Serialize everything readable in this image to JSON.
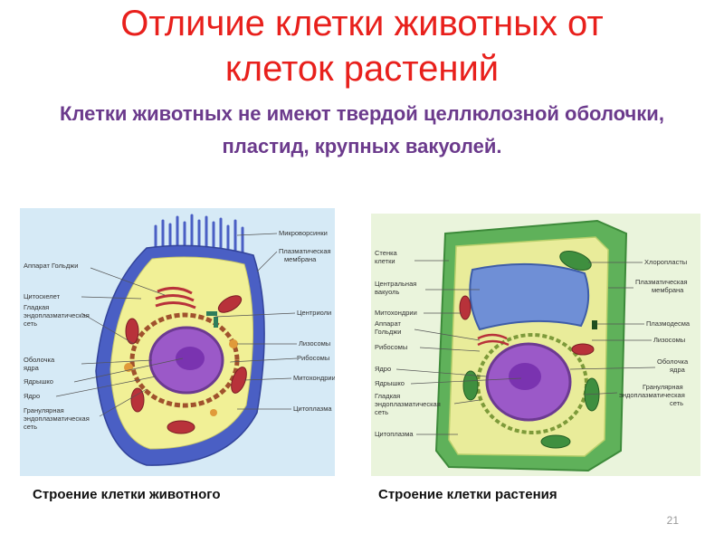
{
  "title_line1": "Отличие клетки животных от",
  "title_line2": "клеток  растений",
  "subtitle": "Клетки животных не имеют твердой целлюлозной оболочки, пластид, крупных вакуолей.",
  "animal": {
    "caption": "Строение клетки животного",
    "labels_left": [
      "Аппарат Гольджи",
      "Цитоскелет",
      "Гладкая",
      "эндоплазматическая",
      "сеть",
      "Оболочка",
      "ядра",
      "Ядрышко",
      "Ядро",
      "Гранулярная",
      "эндоплазматическая",
      "сеть"
    ],
    "labels_right": [
      "Микроворсинки",
      "Плазматическая",
      "мембрана",
      "Центриоли",
      "Лизосомы",
      "Рибосомы",
      "Митохондрии",
      "Цитоплазма"
    ]
  },
  "plant": {
    "caption": "Строение клетки растения",
    "labels_left": [
      "Стенка",
      "клетки",
      "Центральная",
      "вакуоль",
      "Митохондрии",
      "Аппарат",
      "Гольджи",
      "Рибосомы",
      "Ядро",
      "Ядрышко",
      "Гладкая",
      "эндоплазматическая",
      "сеть",
      "Цитоплазма"
    ],
    "labels_right": [
      "Хлоропласты",
      "Плазматическая",
      "мембрана",
      "Плазмодесма",
      "Лизосомы",
      "Оболочка",
      "ядра",
      "Гранулярная",
      "эндоплазматическая",
      "сеть"
    ]
  },
  "page_number": "21",
  "colors": {
    "title": "#e8201c",
    "subtitle": "#6b3a8c",
    "animal_membrane": "#4a5fc4",
    "cytoplasm": "#f1f096",
    "nucleus": "#9b59c8",
    "mitochondria": "#b8323a",
    "plant_wall": "#5fb15a",
    "vacuole": "#6f8fd6"
  }
}
